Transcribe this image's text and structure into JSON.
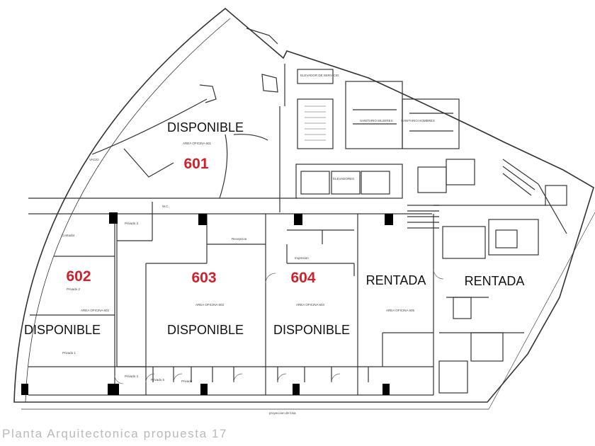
{
  "units": [
    {
      "id": "601",
      "number": "601",
      "status": "DISPONIBLE"
    },
    {
      "id": "602",
      "number": "602",
      "status": "DISPONIBLE"
    },
    {
      "id": "603",
      "number": "603",
      "status": "DISPONIBLE"
    },
    {
      "id": "604",
      "number": "604",
      "status": "DISPONIBLE"
    },
    {
      "id": "605",
      "number": "",
      "status": "RENTADA"
    },
    {
      "id": "606",
      "number": "",
      "status": "RENTADA"
    }
  ],
  "small_labels": {
    "elevador_servicio": "ELEVADOR DE SERVICIO",
    "sanitario_mujeres": "SANITARIO MUJERES",
    "sanitario_hombres": "SANITARIO HOMBRES",
    "elevadores": "ELEVADORES",
    "area_oficina_601": "AREA OFICINA 601",
    "area_oficina_602": "AREA OFICINA 602",
    "area_oficina_603": "AREA OFICINA 603",
    "area_oficina_604": "AREA OFICINA 604",
    "area_oficina_605": "AREA OFICINA 605",
    "privado_1": "Privado 1",
    "privado_2": "Privado 2",
    "privado_3": "Privado 3",
    "privado_4": "Privado 4",
    "privado_5": "Privado 5",
    "privado": "Privado",
    "contador": "Contador",
    "recepcion": "Recepcion",
    "impresion": "Impresion",
    "wc": "W.C.",
    "vacio": "VACIO",
    "proyeccion": "proyeccion de losa"
  },
  "caption": "Planta Arquitectonica propuesta 17",
  "colors": {
    "unit_number": "#d0202a",
    "status_text": "#111111",
    "wall": "#333333",
    "column": "#000000",
    "caption": "#b9b9b9"
  }
}
